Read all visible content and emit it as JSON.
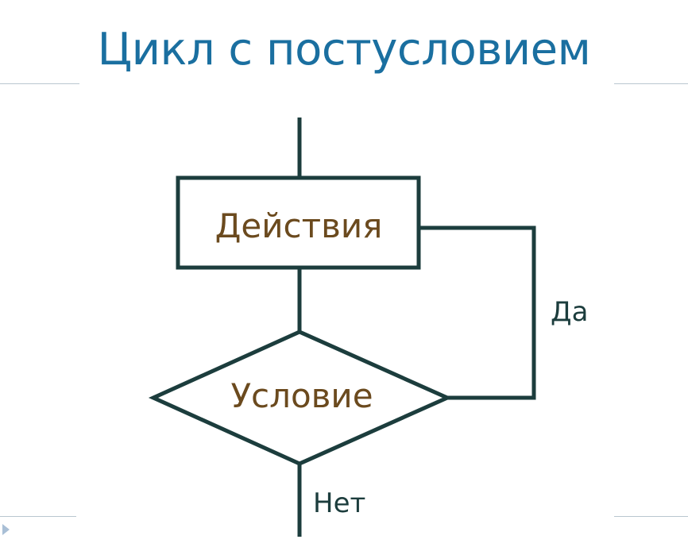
{
  "title": "Цикл с постусловием",
  "diagram": {
    "nodes": {
      "action": {
        "label": "Действия",
        "shape": "rectangle"
      },
      "condition": {
        "label": "Условие",
        "shape": "diamond"
      }
    },
    "edges": {
      "loop_back": {
        "from": "condition",
        "to": "action",
        "label": "Да"
      },
      "exit": {
        "from": "condition",
        "to": "out",
        "label": "Нет"
      }
    }
  },
  "colors": {
    "title": "#1a6fa0",
    "lines": "#1c3d3d",
    "node_text": "#6b4a1e",
    "edge_text": "#1c3d3d",
    "rule": "#b9c7cf",
    "nav_arrow": "#a9bfd6"
  },
  "icons": {
    "nav": "triangle-right-icon"
  }
}
